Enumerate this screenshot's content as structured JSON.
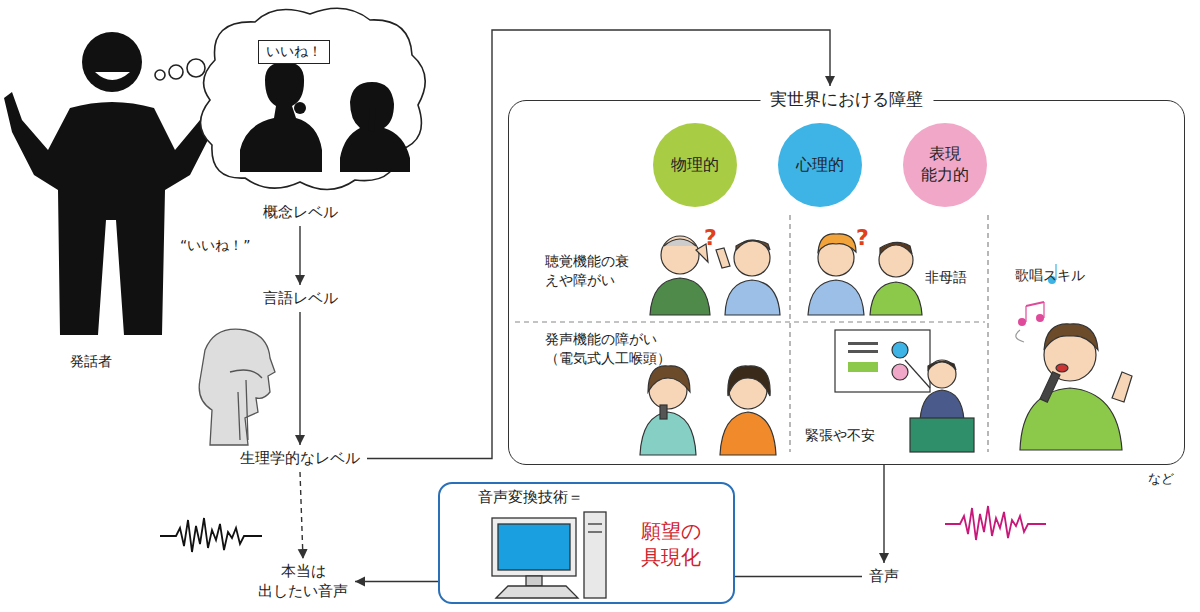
{
  "diagram": {
    "nodes": [
      {
        "text": [
          "いいね！"
        ]
      },
      {
        "text": [
          "概念レベル"
        ]
      },
      {
        "text": [
          "言語レベル"
        ]
      },
      {
        "text": [
          "生理学的なレベル"
        ]
      },
      {
        "text": [
          "本当は 出したい音声"
        ]
      },
      {
        "text": [
          "実世界における障壁"
        ]
      },
      {
        "text": [
          "物理的"
        ],
        "in": 5
      },
      {
        "text": [
          "心理的"
        ],
        "in": 5
      },
      {
        "text": [
          "表現 能力的"
        ],
        "in": 5
      },
      {
        "text": [
          "音声変換技術＝",
          "願望の具現化"
        ]
      },
      {
        "text": [
          "音声"
        ]
      }
    ],
    "edges": [
      {
        "from": 1,
        "to": 2,
        "arrow": "to"
      },
      {
        "from": 2,
        "to": 3,
        "arrow": "to"
      },
      {
        "from": 3,
        "to": 4,
        "arrow": "to"
      },
      {
        "from": 3,
        "to": 5,
        "arrow": "to"
      },
      {
        "from": 5,
        "to": 10,
        "arrow": "to"
      },
      {
        "from": 10,
        "to": 9,
        "arrow": "none"
      },
      {
        "from": 9,
        "to": 4,
        "arrow": "to"
      }
    ],
    "labels": [
      "発話者",
      "“いいね！”",
      "聴覚機能の衰えや障がい",
      "非母語",
      "発声機能の障がい（電気式人工喉頭）",
      "緊張や不安",
      "歌唱スキル",
      "など"
    ]
  }
}
